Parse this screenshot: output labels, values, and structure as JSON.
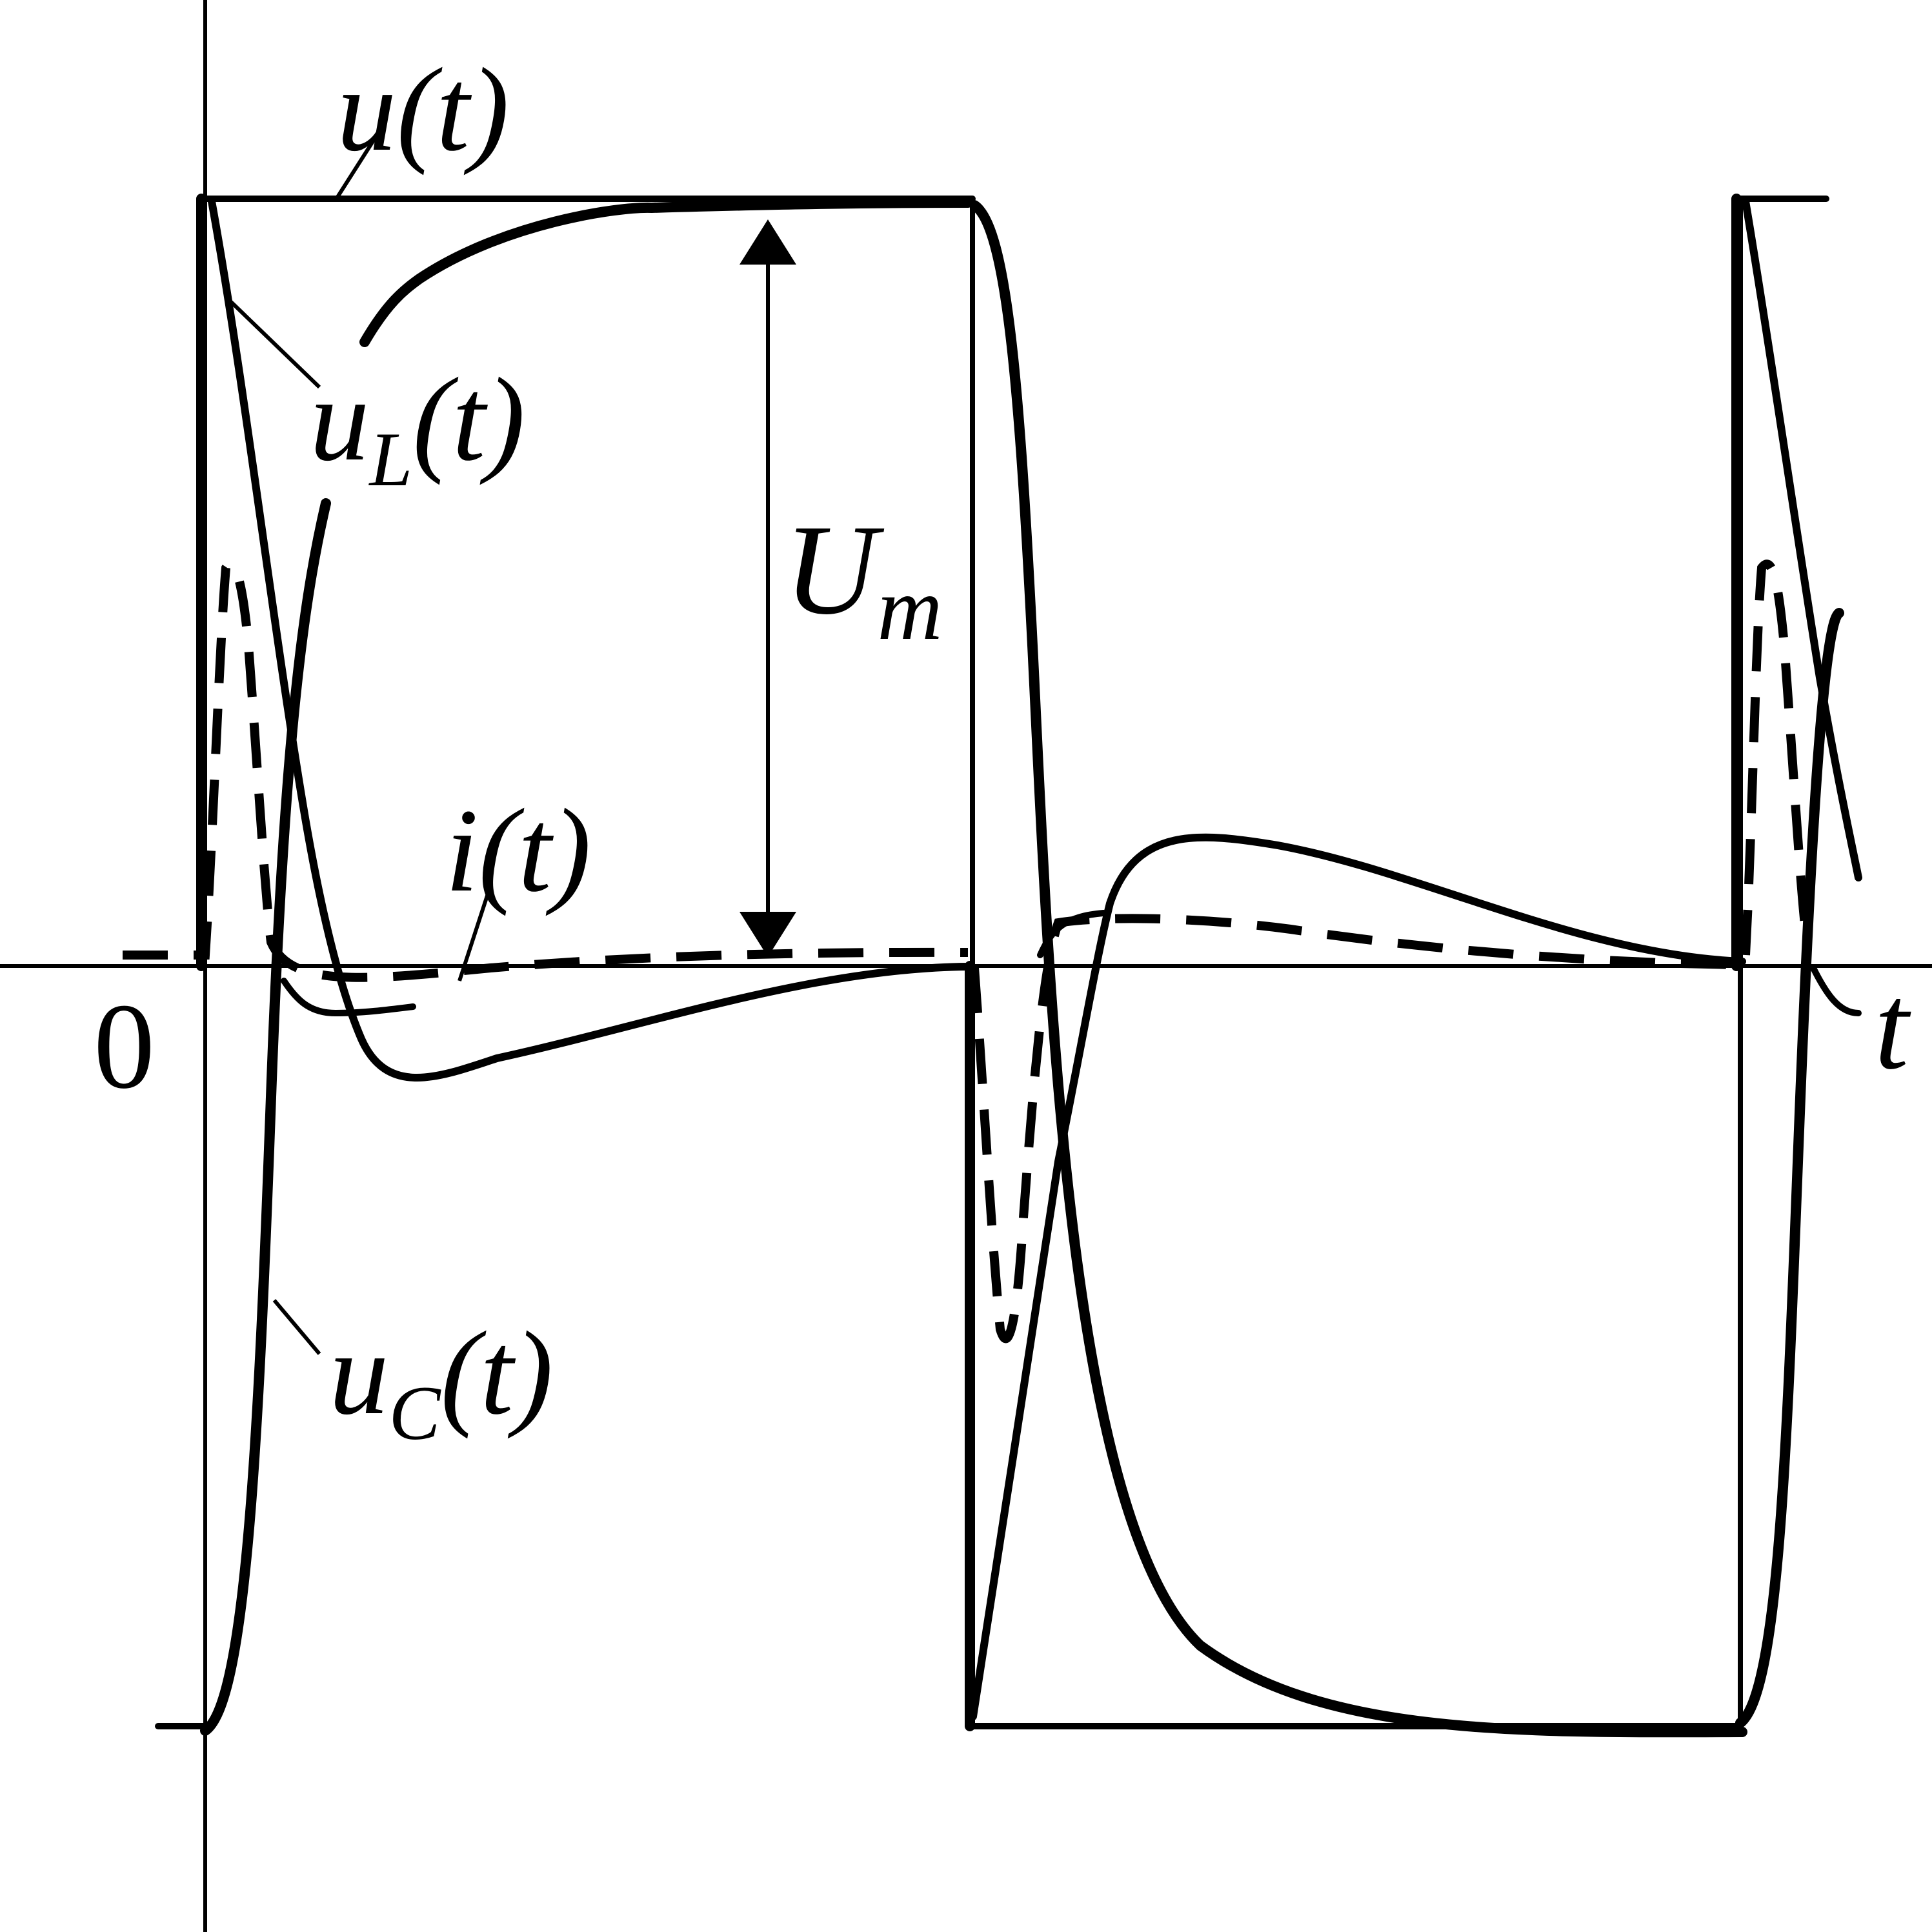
{
  "chart_data": {
    "type": "line",
    "title": "",
    "xlabel": "t",
    "ylabel": "",
    "x_tick_labels": [
      "0"
    ],
    "grid": false,
    "legend": "none (curves labelled directly on the plot)",
    "colors": {
      "ink": "#000000",
      "background": "#ffffff"
    },
    "amplitude_label": {
      "main": "U",
      "sub": "m"
    },
    "series": [
      {
        "name": "u(t)",
        "label_main": "u",
        "label_sub": "",
        "label_arg": "(t)",
        "style": "solid"
      },
      {
        "name": "u_L(t)",
        "label_main": "u",
        "label_sub": "L",
        "label_arg": "(t)",
        "style": "solid"
      },
      {
        "name": "i(t)",
        "label_main": "i",
        "label_sub": "",
        "label_arg": "(t)",
        "style": "dashed"
      },
      {
        "name": "u_C(t)",
        "label_main": "u",
        "label_sub": "C",
        "label_arg": "(t)",
        "style": "solid"
      }
    ]
  }
}
